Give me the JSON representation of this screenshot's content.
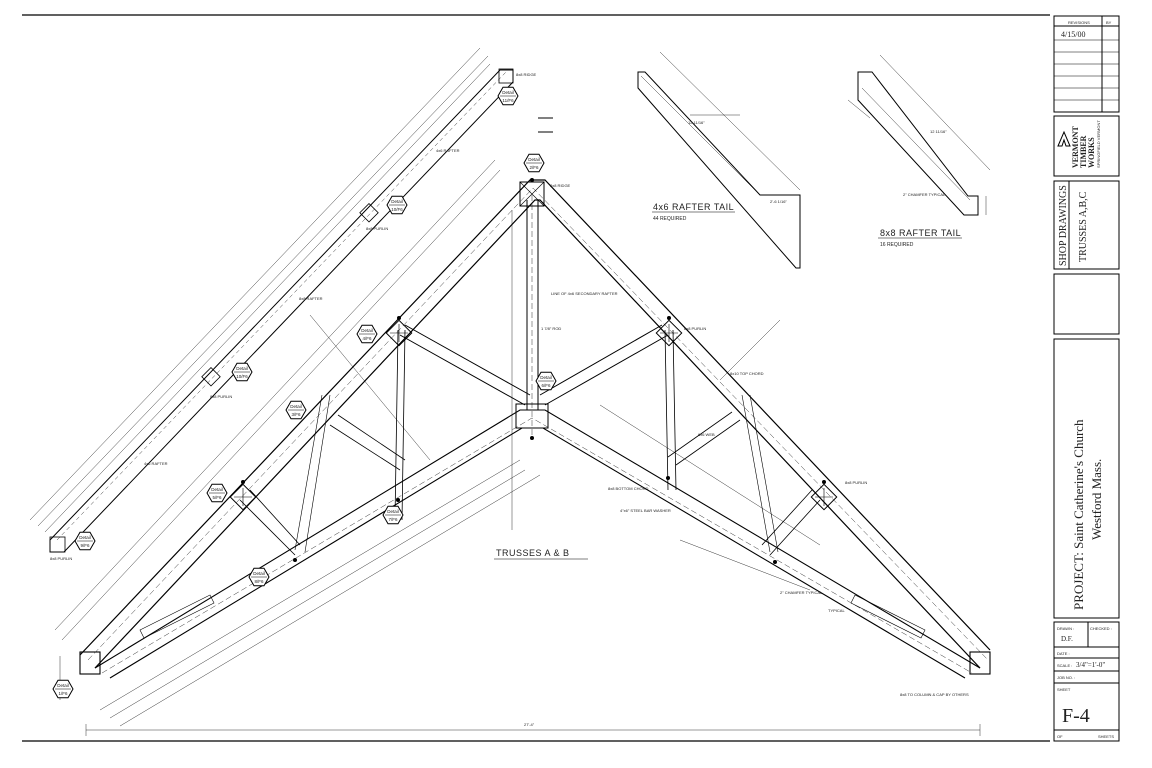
{
  "title_block": {
    "revisions_header": "REVISIONS",
    "by_header": "BY",
    "revision_date": "4/15/00",
    "company_lines": [
      "VERMONT",
      "TIMBER",
      "WORKS"
    ],
    "company_address": "SPRINGFIELD VERMONT",
    "drawing_type": "SHOP DRAWINGS",
    "drawing_subject": "TRUSSES A,B,C",
    "project_line1": "PROJECT: Saint Catherine's Church",
    "project_line2": "Westford Mass.",
    "drawn_label": "DRAWN :",
    "drawn_value": "D.F.",
    "checked_label": "CHECKED :",
    "date_label": "DATE :",
    "scale_label": "SCALE :",
    "scale_value": "3/4\"=1'-0\"",
    "job_label": "JOB NO. :",
    "sheet_label": "SHEET",
    "sheet_number": "F-4",
    "of_label": "OF",
    "sheets_label": "SHEETS"
  },
  "views": {
    "main_title": "TRUSSES A & B",
    "tail1_title": "4x6 RAFTER TAIL",
    "tail1_qty": "44 REQUIRED",
    "tail2_title": "8x8 RAFTER TAIL",
    "tail2_qty": "16 REQUIRED"
  },
  "details": [
    {
      "id": "d11",
      "line1": "Detail",
      "line2": "11/F6"
    },
    {
      "id": "d10",
      "line1": "Detail",
      "line2": "10/F6"
    },
    {
      "id": "d10b",
      "line1": "Detail",
      "line2": "10/F6"
    },
    {
      "id": "d9",
      "line1": "Detail",
      "line2": "9/F6"
    },
    {
      "id": "d2",
      "line1": "Detail",
      "line2": "2/F6"
    },
    {
      "id": "d4",
      "line1": "Detail",
      "line2": "4/F6"
    },
    {
      "id": "d6",
      "line1": "Detail",
      "line2": "6/F6"
    },
    {
      "id": "d3",
      "line1": "Detail",
      "line2": "3/F6"
    },
    {
      "id": "d5",
      "line1": "Detail",
      "line2": "5/F6"
    },
    {
      "id": "d7",
      "line1": "Detail",
      "line2": "7/F6"
    },
    {
      "id": "d8",
      "line1": "Detail",
      "line2": "8/F6"
    },
    {
      "id": "d1",
      "line1": "Detail",
      "line2": "1/F6"
    }
  ],
  "notes": {
    "ridge_top": "8x8 RIDGE",
    "ridge_main": "8x8 RIDGE",
    "rafter_upper": "4x6 RAFTER",
    "rafter_mid": "8x8 RAFTER",
    "rafter_lower": "4x6 RAFTER",
    "purlin_a": "8x8 PURLIN",
    "purlin_b": "8x8 PURLIN",
    "purlin_c": "8x8 PURLIN",
    "purlin_right": "8x8 PURLIN",
    "purlin_right2": "8x8 PURLIN",
    "secondary_rafter": "LINE OF 4x6 SECONDARY RAFTER",
    "rod": "1 7/8\" ROD",
    "top_chord": "8x10 TOP CHORD",
    "web": "6x6 WEB",
    "bottom_chord": "8x8 BOTTOM CHORD",
    "steel_bar": "4\"x6\" STEEL BAR WASHER",
    "chamfer": "2\" CHAMFER TYPICAL",
    "typical": "TYPICAL",
    "post_note": "8x8 TO COLUMN & CAP BY OTHERS",
    "tail1_dim_a": "12 11/16\"",
    "tail1_dim_b": "2'-6 1/16\"",
    "tail2_dim_a": "12 11/16\"",
    "tail2_dim_b": "2\" CHAMFER TYPICAL",
    "span": "27'-4\""
  }
}
